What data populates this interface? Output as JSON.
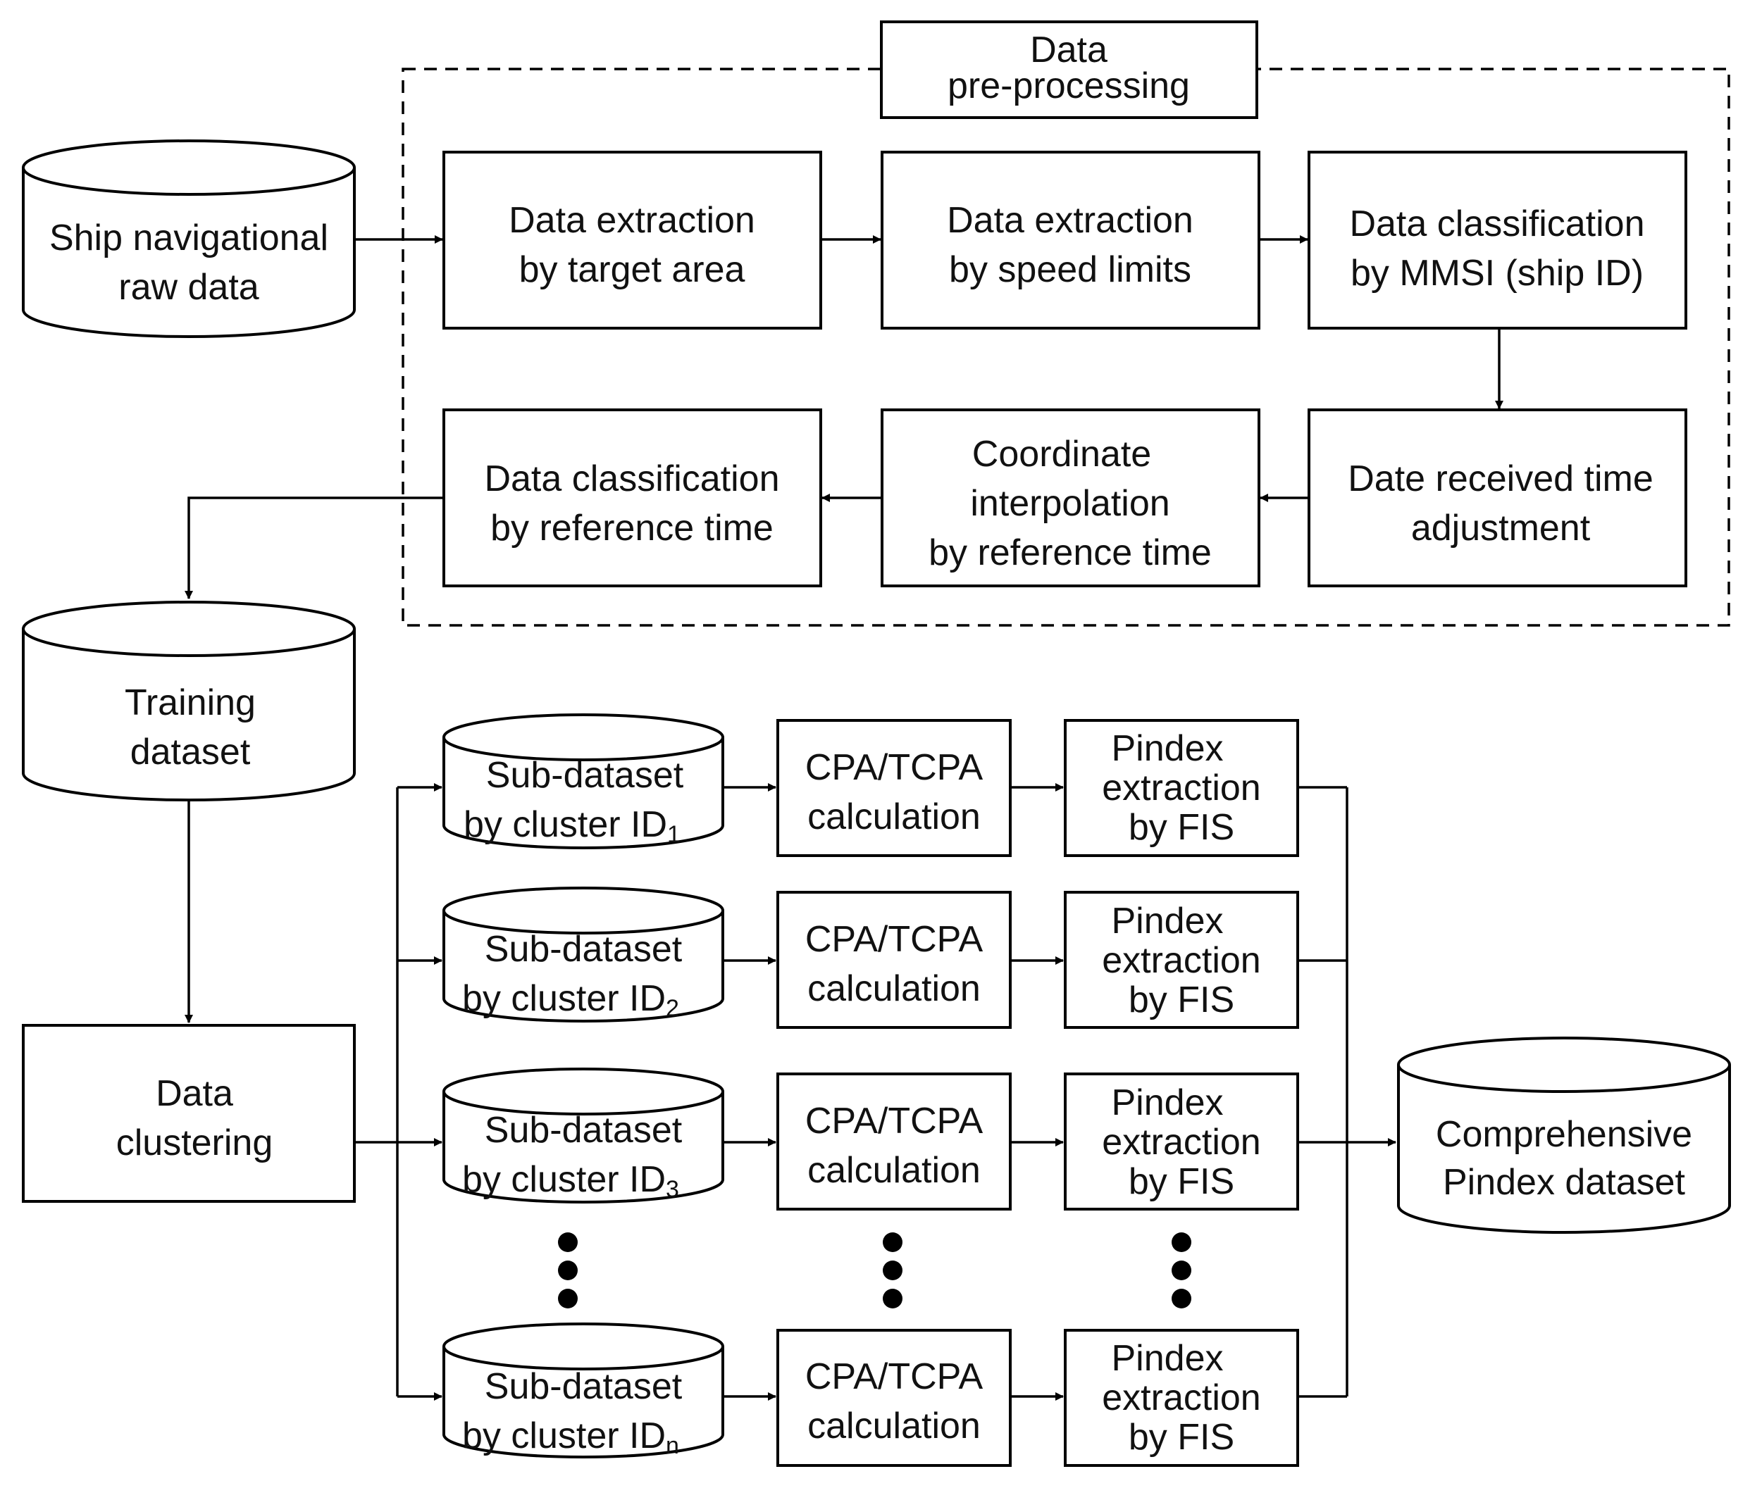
{
  "diagram": {
    "preprocessing_title": [
      "Data",
      "pre-processing"
    ],
    "raw_data": [
      "Ship navigational",
      "raw data"
    ],
    "extract_area": [
      "Data extraction",
      "by target area"
    ],
    "extract_speed": [
      "Data extraction",
      "by speed limits"
    ],
    "classify_mmsi": [
      "Data classification",
      "by MMSI (ship ID)"
    ],
    "time_adjust": [
      "Date received time",
      "adjustment"
    ],
    "interpolation": [
      "Coordinate",
      "interpolation",
      "by reference time"
    ],
    "classify_time": [
      "Data classification",
      "by reference time"
    ],
    "training": [
      "Training",
      "dataset"
    ],
    "clustering": [
      "Data",
      "clustering"
    ],
    "subsets": [
      {
        "line1": "Sub-dataset",
        "line2": "by cluster ID",
        "sub": "1"
      },
      {
        "line1": "Sub-dataset",
        "line2": "by cluster ID",
        "sub": "2"
      },
      {
        "line1": "Sub-dataset",
        "line2": "by cluster ID",
        "sub": "3"
      },
      {
        "line1": "Sub-dataset",
        "line2": "by cluster ID",
        "sub": "n"
      }
    ],
    "cpa": [
      "CPA/TCPA",
      "calculation"
    ],
    "pindex": [
      "Pindex",
      "extraction",
      "by FIS"
    ],
    "comprehensive": [
      "Comprehensive",
      "Pindex dataset"
    ]
  }
}
